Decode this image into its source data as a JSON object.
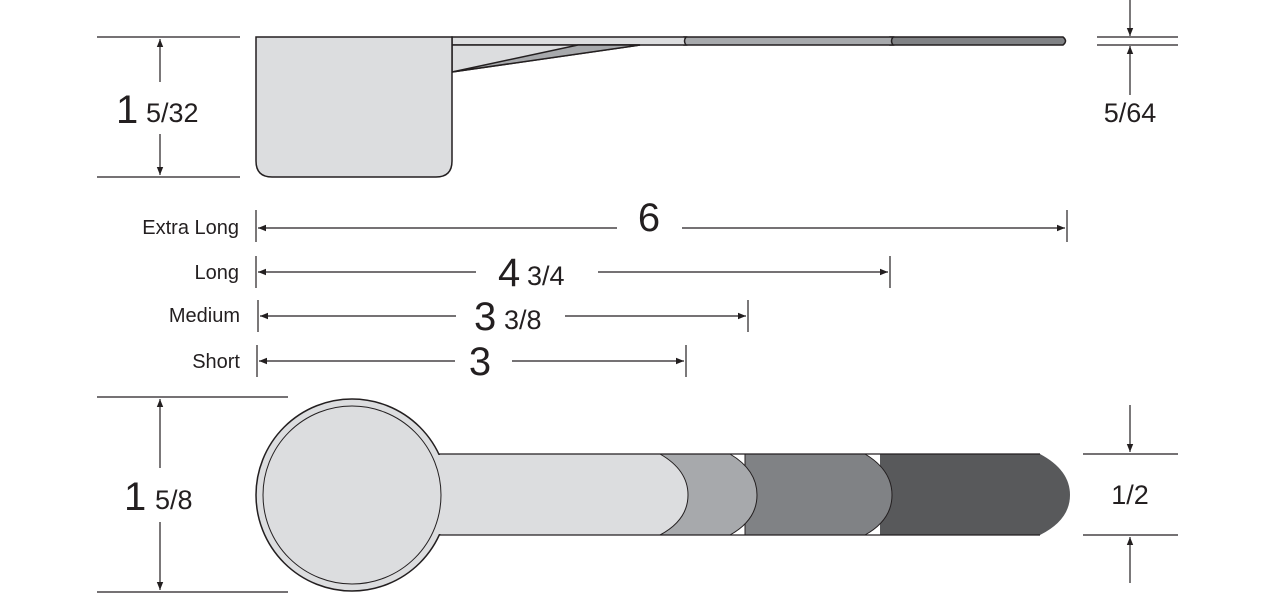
{
  "title": "Measuring scoop dimensions",
  "colors": {
    "light": "#dcdddf",
    "medium": "#a7a9ac",
    "dark": "#808285",
    "darkest": "#58595b",
    "ink": "#231f20"
  },
  "top_view": {
    "height_whole": "1",
    "height_frac": "5/32",
    "thickness": "5/64"
  },
  "lengths": [
    {
      "label": "Extra Long",
      "whole": "6",
      "frac": ""
    },
    {
      "label": "Long",
      "whole": "4",
      "frac": "3/4"
    },
    {
      "label": "Medium",
      "whole": "3",
      "frac": "3/8"
    },
    {
      "label": "Short",
      "whole": "3",
      "frac": ""
    }
  ],
  "bottom_view": {
    "diameter_whole": "1",
    "diameter_frac": "5/8",
    "handle_width": "1/2"
  }
}
